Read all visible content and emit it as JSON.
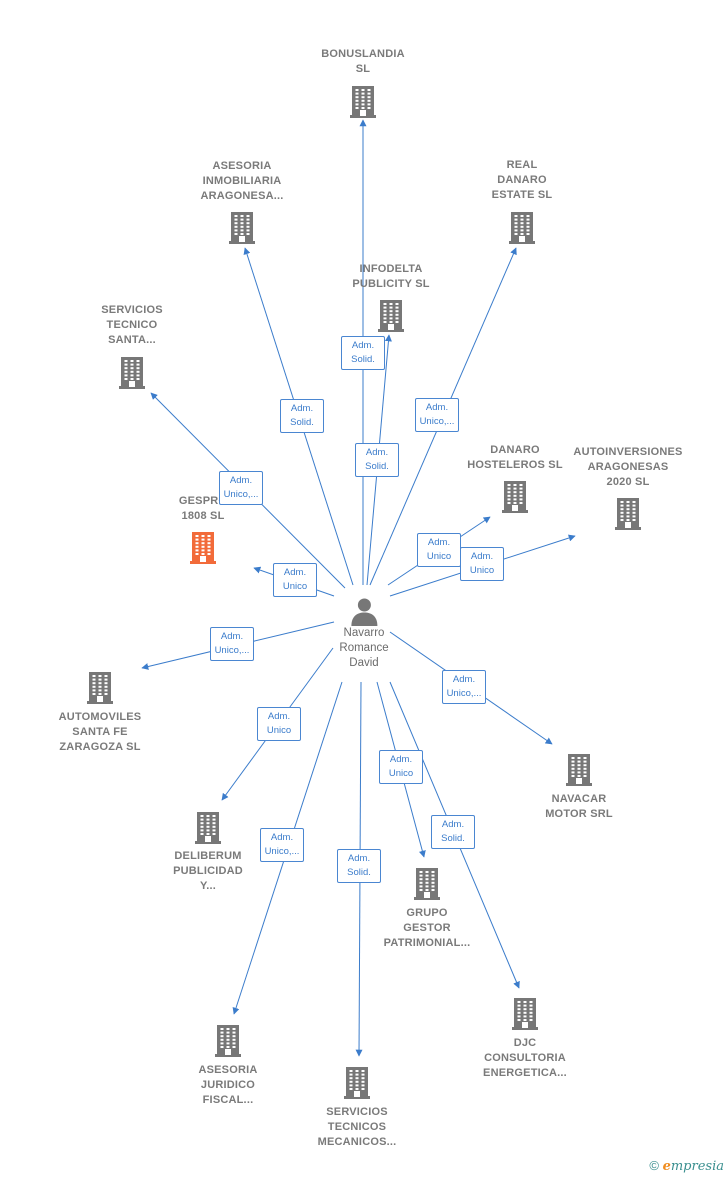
{
  "center": {
    "name": "Navarro\nRomance\nDavid",
    "icon": "person-icon"
  },
  "companies": [
    {
      "id": "bonuslandia",
      "name": "BONUSLANDIA\nSL",
      "highlight": false
    },
    {
      "id": "asesoria-inmobiliaria",
      "name": "ASESORIA\nINMOBILIARIA\nARAGONESA...",
      "highlight": false
    },
    {
      "id": "real-danaro",
      "name": "REAL\nDANARO\nESTATE  SL",
      "highlight": false
    },
    {
      "id": "infodelta",
      "name": "INFODELTA\nPUBLICITY SL",
      "highlight": false
    },
    {
      "id": "servicios-tecnico-santa",
      "name": "SERVICIOS\nTECNICO\nSANTA...",
      "highlight": false
    },
    {
      "id": "danaro-hosteleros",
      "name": "DANARO\nHOSTELEROS SL",
      "highlight": false
    },
    {
      "id": "autoinversiones",
      "name": "AUTOINVERSIONES\nARAGONESAS\n2020  SL",
      "highlight": false
    },
    {
      "id": "gespro",
      "name": "GESPRO\n1808  SL",
      "highlight": true
    },
    {
      "id": "automoviles",
      "name": "AUTOMOVILES\nSANTA FE\nZARAGOZA  SL",
      "highlight": false
    },
    {
      "id": "navacar",
      "name": "NAVACAR\nMOTOR SRL",
      "highlight": false
    },
    {
      "id": "deliberum",
      "name": "DELIBERUM\nPUBLICIDAD\nY...",
      "highlight": false
    },
    {
      "id": "grupo-gestor",
      "name": "GRUPO\nGESTOR\nPATRIMONIAL...",
      "highlight": false
    },
    {
      "id": "djc",
      "name": "DJC\nCONSULTORIA\nENERGETICA...",
      "highlight": false
    },
    {
      "id": "asesoria-juridico",
      "name": "ASESORIA\nJURIDICO\nFISCAL...",
      "highlight": false
    },
    {
      "id": "servicios-tecnicos-mecanicos",
      "name": "SERVICIOS\nTECNICOS\nMECANICOS...",
      "highlight": false
    }
  ],
  "roles": [
    {
      "target": "bonuslandia",
      "label": "Adm.\nSolid."
    },
    {
      "target": "asesoria-inmobiliaria",
      "label": "Adm.\nSolid."
    },
    {
      "target": "real-danaro",
      "label": "Adm.\nUnico,..."
    },
    {
      "target": "infodelta",
      "label": "Adm.\nSolid."
    },
    {
      "target": "servicios-tecnico-santa",
      "label": "Adm.\nUnico,..."
    },
    {
      "target": "danaro-hosteleros",
      "label": "Adm.\nUnico"
    },
    {
      "target": "autoinversiones",
      "label": "Adm.\nUnico"
    },
    {
      "target": "gespro",
      "label": "Adm.\nUnico"
    },
    {
      "target": "automoviles",
      "label": "Adm.\nUnico,..."
    },
    {
      "target": "navacar",
      "label": "Adm.\nUnico,..."
    },
    {
      "target": "deliberum",
      "label": "Adm.\nUnico"
    },
    {
      "target": "grupo-gestor",
      "label": "Adm.\nUnico"
    },
    {
      "target": "djc",
      "label": "Adm.\nSolid."
    },
    {
      "target": "asesoria-juridico",
      "label": "Adm.\nUnico,..."
    },
    {
      "target": "servicios-tecnicos-mecanicos",
      "label": "Adm.\nSolid."
    }
  ],
  "colors": {
    "edge": "#3b7ccb",
    "building": "#777777",
    "building_highlight": "#f26b3a",
    "person": "#777777"
  },
  "footer": {
    "copyright": "©",
    "brand_initial": "e",
    "brand_rest": "mpresia"
  }
}
